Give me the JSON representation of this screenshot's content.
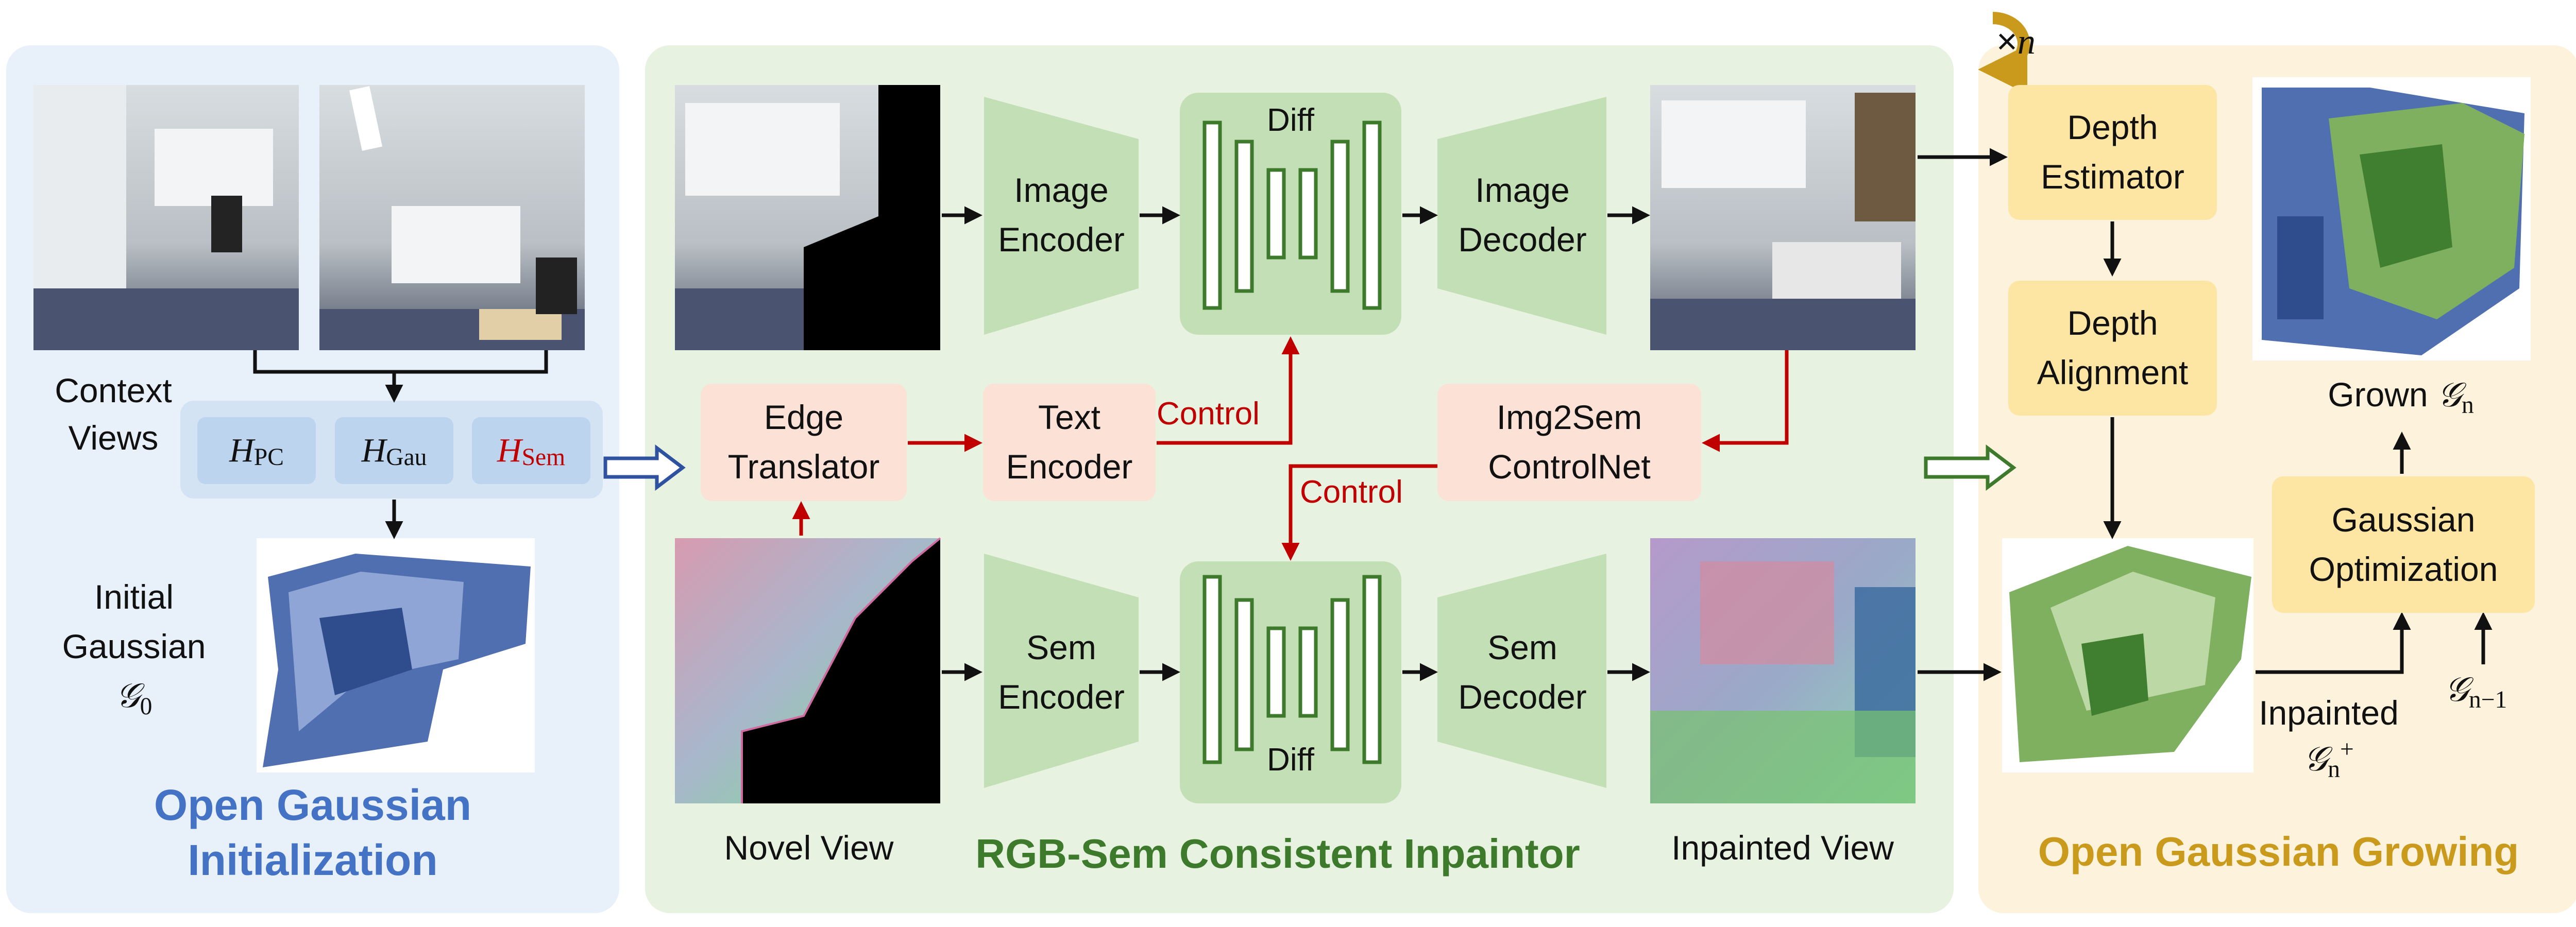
{
  "colors": {
    "init_panel": "#e8f0f9",
    "inpaint_panel": "#e8f2e1",
    "grow_panel": "#fdf3dd",
    "green_block": "#c3dfb5",
    "red_arrow": "#c00000",
    "blue_title": "#4472c4",
    "green_title": "#3d7a2c",
    "gold_title": "#c99a1c"
  },
  "init": {
    "context_views_line1": "Context",
    "context_views_line2": "Views",
    "h_pc": "H",
    "h_pc_sub": "PC",
    "h_gau": "H",
    "h_gau_sub": "Gau",
    "h_sem": "H",
    "h_sem_sub": "Sem",
    "initial_line1": "Initial",
    "initial_line2": "Gaussian",
    "g0": "𝒢",
    "g0_sub": "0",
    "title_line1": "Open Gaussian",
    "title_line2": "Initialization"
  },
  "inpaint": {
    "image_encoder_line1": "Image",
    "image_encoder_line2": "Encoder",
    "diff_top": "Diff",
    "image_decoder_line1": "Image",
    "image_decoder_line2": "Decoder",
    "edge_translator_line1": "Edge",
    "edge_translator_line2": "Translator",
    "text_encoder_line1": "Text",
    "text_encoder_line2": "Encoder",
    "control_top": "Control",
    "img2sem_line1": "Img2Sem",
    "img2sem_line2": "ControlNet",
    "control_bottom": "Control",
    "sem_encoder_line1": "Sem",
    "sem_encoder_line2": "Encoder",
    "diff_bottom": "Diff",
    "sem_decoder_line1": "Sem",
    "sem_decoder_line2": "Decoder",
    "novel_view": "Novel View",
    "inpainted_view": "Inpainted View",
    "title": "RGB-Sem Consistent Inpaintor"
  },
  "grow": {
    "loop_label": "×",
    "loop_n": "n",
    "depth_estimator_line1": "Depth",
    "depth_estimator_line2": "Estimator",
    "depth_alignment_line1": "Depth",
    "depth_alignment_line2": "Alignment",
    "grown_label": "Grown",
    "gn": "𝒢",
    "gn_sub": "n",
    "gaussian_opt_line1": "Gaussian",
    "gaussian_opt_line2": "Optimization",
    "inpainted_label": "Inpainted",
    "gn_plus": "𝒢",
    "gn_plus_sub": "n",
    "gn_plus_sup": "+",
    "gn_minus": "𝒢",
    "gn_minus_sub": "n−1",
    "title": "Open Gaussian Growing"
  }
}
